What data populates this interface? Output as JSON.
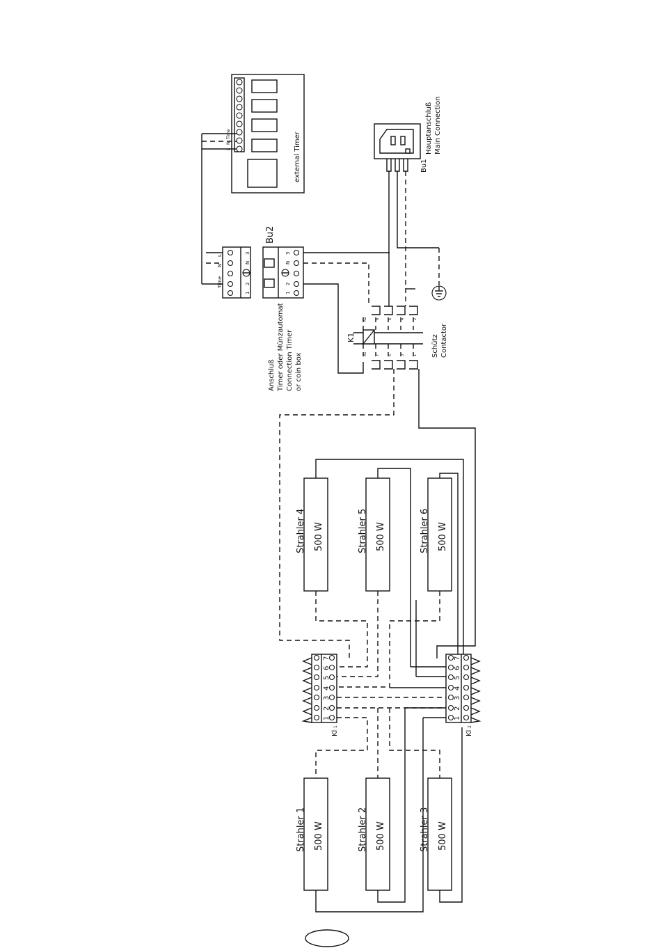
{
  "timer": {
    "label": "external  Timer",
    "terminals": [
      "Time",
      "N",
      "L"
    ]
  },
  "bu2": {
    "label": "Bu2",
    "pins": [
      "1",
      "2",
      "N",
      "3"
    ],
    "wire_labels": [
      "Time",
      "N",
      "L"
    ]
  },
  "bu1": {
    "label": "Bu1",
    "caption_de": "Hauptanschluß",
    "caption_en": "Main Connection"
  },
  "timer_connection": {
    "lines": [
      "Anschluß",
      "Timer oder Münzautomat",
      "Connection Timer",
      "or coin box"
    ]
  },
  "k1": {
    "label": "K1",
    "caption_de": "Schütz",
    "caption_en": "Contactor",
    "coil_a1": "A1",
    "coil_a2": "A2",
    "contacts_left": [
      "7",
      "5",
      "3",
      "1"
    ],
    "contacts_right": [
      "8",
      "6",
      "4",
      "2"
    ]
  },
  "lamps_top": [
    {
      "name": "Strahler 4",
      "power": "500 W"
    },
    {
      "name": "Strahler 5",
      "power": "500 W"
    },
    {
      "name": "Strahler 6",
      "power": "500 W"
    }
  ],
  "lamps_bottom": [
    {
      "name": "Strahler 1",
      "power": "500 W"
    },
    {
      "name": "Strahler 2",
      "power": "500 W"
    },
    {
      "name": "Strahler 3",
      "power": "500 W"
    }
  ],
  "kl1": {
    "label": "Kl",
    "sub": "1",
    "numbers": [
      "7",
      "6",
      "5",
      "4",
      "3",
      "2",
      "1"
    ]
  },
  "kl2": {
    "label": "Kl",
    "sub": "2",
    "numbers": [
      "7",
      "6",
      "5",
      "4",
      "3",
      "2",
      "1"
    ]
  }
}
